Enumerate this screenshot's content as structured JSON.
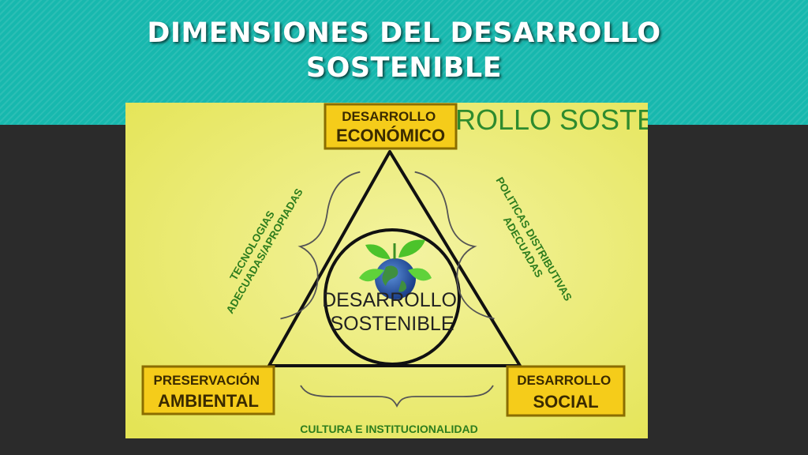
{
  "slide": {
    "title_line1": "DIMENSIONES DEL DESARROLLO",
    "title_line2": "SOSTENIBLE"
  },
  "diagram": {
    "background_text": "ROLLO SOSTE",
    "top_box": {
      "line1": "DESARROLLO",
      "line2": "ECONÓMICO"
    },
    "left_box": {
      "line1": "PRESERVACIÓN",
      "line2": "AMBIENTAL"
    },
    "right_box": {
      "line1": "DESARROLLO",
      "line2": "SOCIAL"
    },
    "center": {
      "line1": "DESARROLLO",
      "line2": "SOSTENIBLE"
    },
    "left_label": {
      "line1": "TECNOLOGIAS",
      "line2": "ADECUADAS/APROPIADAS"
    },
    "right_label": {
      "line1": "POLITICAS DISTRIBUTIVAS",
      "line2": "ADECUADAS"
    },
    "bottom_label": "CULTURA E INSTITUCIONALIDAD"
  },
  "colors": {
    "band": "#17b8ae",
    "background": "#2b2b2b",
    "panel": "#ecec6e",
    "box_fill": "#f5cc1a",
    "box_border": "#8a6d00",
    "label_green": "#2e7d1e",
    "line": "#111111"
  },
  "icons": {
    "center_icon": "globe-with-leaves-icon"
  }
}
